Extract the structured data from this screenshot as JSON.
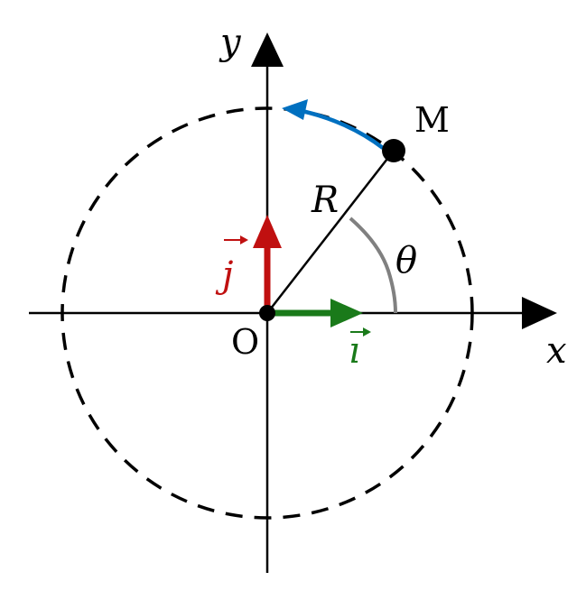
{
  "labels": {
    "x_axis": "x",
    "y_axis": "y",
    "origin": "O",
    "point": "M",
    "radius": "R",
    "angle": "θ",
    "unit_i": "ı",
    "unit_j": "j"
  },
  "colors": {
    "axis": "#000000",
    "circle": "#000000",
    "radius_line": "#000000",
    "unit_i": "#1a7a1a",
    "unit_j": "#c01010",
    "motion_arrow": "#0070c0",
    "angle_arc": "#808080"
  },
  "icons": {
    "vector_arrow": "right-arrow-over-letter"
  }
}
